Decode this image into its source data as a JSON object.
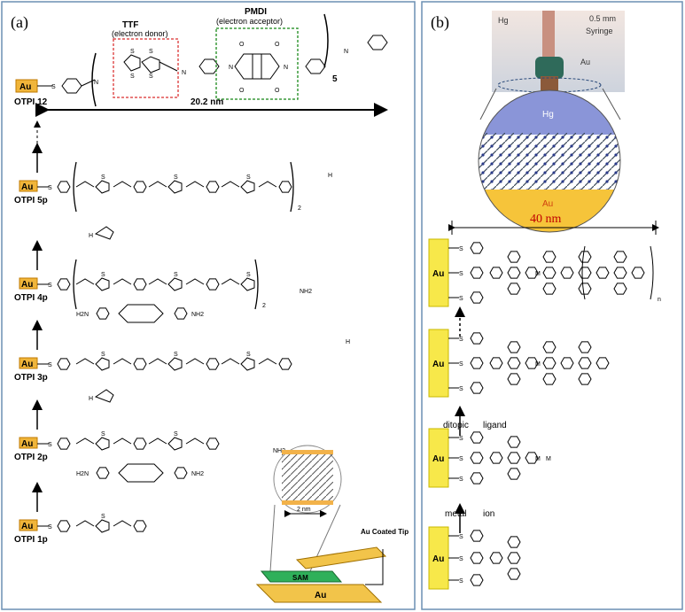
{
  "panel_a": {
    "label": "(a)",
    "au": "Au",
    "s": "S",
    "n": "N",
    "o": "O",
    "ttf": {
      "name": "TTF",
      "role": "(electron donor)"
    },
    "pmdi": {
      "name": "PMDI",
      "role": "(electron acceptor)"
    },
    "repeat_top": "5",
    "length": "20.2 nm",
    "labels": [
      "OTPI 12",
      "OTPI 5p",
      "OTPI 4p",
      "OTPI 3p",
      "OTPI 2p",
      "OTPI 1p"
    ],
    "repeat_sub": "2",
    "nh2": "NH2",
    "h2n": "H2N",
    "h": "H",
    "inset": {
      "scale": "2 nm",
      "sam": "SAM",
      "tip": "Au Coated Tip"
    }
  },
  "panel_b": {
    "label": "(b)",
    "photo": {
      "hg": "Hg",
      "scale": "0.5 mm",
      "syringe": "Syringe",
      "au": "Au"
    },
    "zoom": {
      "hg": "Hg",
      "au": "Au"
    },
    "length": "40 nm",
    "au": "Au",
    "s": "S",
    "m": "M",
    "n_sub": "n",
    "step_labels": {
      "ligand_left": "ditopic",
      "ligand_right": "ligand",
      "ion_left": "metal",
      "ion_right": "ion"
    }
  }
}
